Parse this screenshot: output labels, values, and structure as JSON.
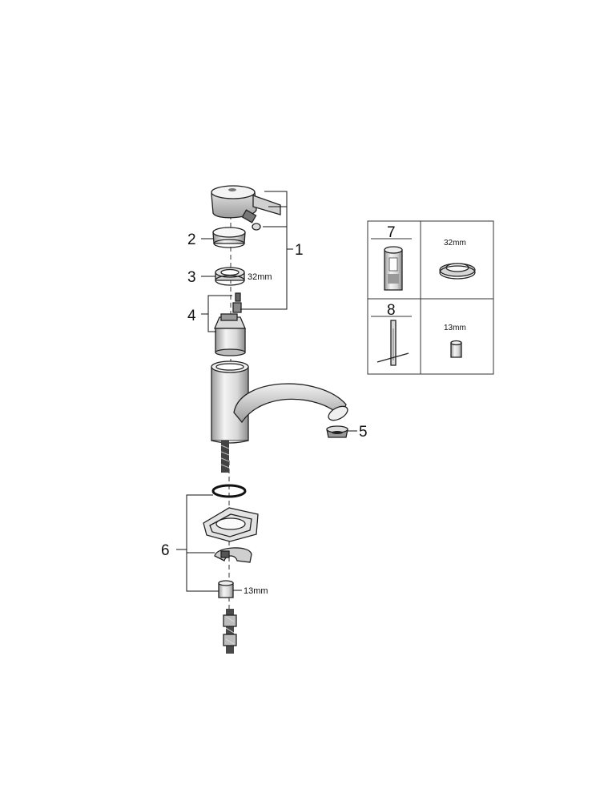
{
  "callouts": {
    "c1": "1",
    "c2": "2",
    "c3": "3",
    "c4": "4",
    "c5": "5",
    "c6": "6"
  },
  "dimensions": {
    "ring_nut": "32mm",
    "hex_nut": "13mm"
  },
  "tools_table": {
    "row1": {
      "number": "7",
      "size": "32mm"
    },
    "row2": {
      "number": "8",
      "size": "13mm"
    }
  },
  "colors": {
    "line": "#222222",
    "fill_light": "#eeeeee",
    "fill_mid": "#bdbdbd",
    "fill_dark": "#555555"
  }
}
